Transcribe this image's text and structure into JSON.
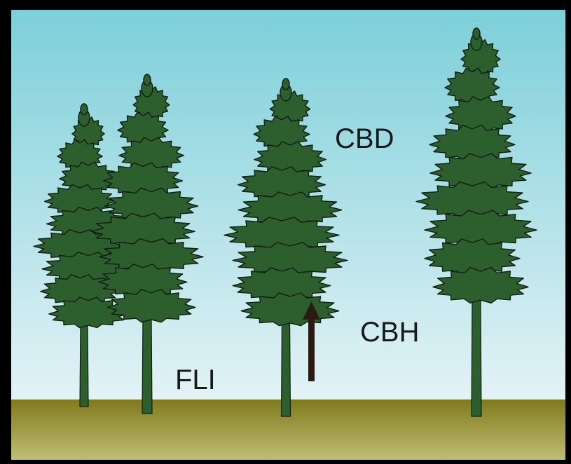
{
  "labels": {
    "cbd": "CBD",
    "cbh": "CBH",
    "fli": "FLI"
  },
  "colors": {
    "frame": "#000000",
    "sky_top": "#7ccfd9",
    "sky_bottom": "#e4f3f6",
    "ground_top": "#7f7a1c",
    "ground_bottom": "#c4c07a",
    "foliage": "#2c5e2e",
    "outline": "#0f1f10",
    "arrow": "#2a1a12"
  },
  "icons": {
    "tree": "conifer-tree-icon",
    "arrow": "arrow-up-icon"
  }
}
